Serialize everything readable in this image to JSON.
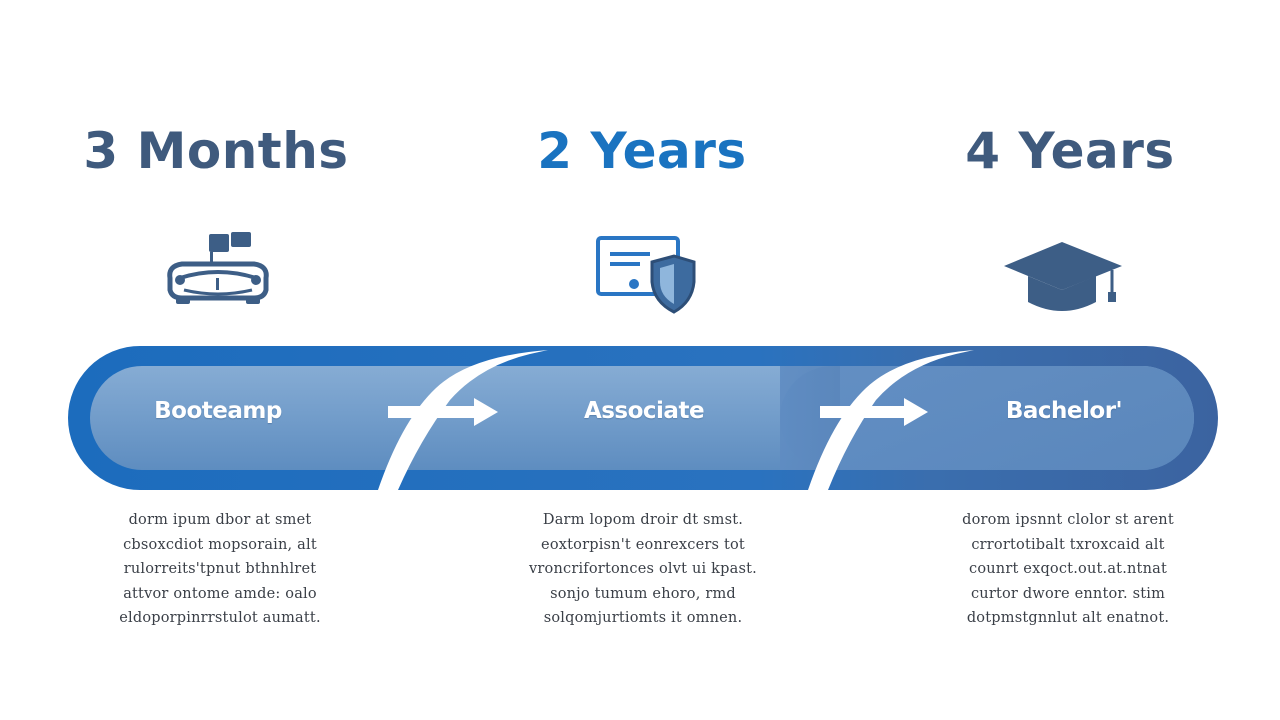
{
  "stages": [
    {
      "duration": "3 Months",
      "label": "Booteamp",
      "icon": "car-with-flag-icon",
      "description": [
        "dorm ipum dbor at smet",
        "cbsoxcdiot mopsorain, alt",
        "rulorreits'tpnut bthnhlret",
        "attvor ontome amde: oalo",
        "eldoporpinrrstulot aumatt."
      ]
    },
    {
      "duration": "2 Years",
      "label": "Associate",
      "icon": "certificate-shield-icon",
      "description": [
        "Darm lopom droir dt smst.",
        "eoxtorpisn't eonrexcers tot",
        "vroncrifortonces olvt ui kpast.",
        "sonjo tumum ehoro, rmd",
        "solqomjurtiomts it omnen."
      ]
    },
    {
      "duration": "4 Years",
      "label": "Bachelor'",
      "icon": "graduation-cap-icon",
      "description": [
        "dorom ipsnnt clolor st arent",
        "crrortotibalt txroxcaid alt",
        "counrt exqoct.out.at.ntnat",
        "curtor dwore enntor. stim",
        "dotpmstgnnlut alt enatnot."
      ]
    }
  ],
  "colors": {
    "accent": "#1a73c0",
    "heading": "#3f5a7d",
    "pill_outer": "#1f6fba",
    "pill_inner": "#6f9ccb",
    "pill_right": "#3f6aa6",
    "text": "#3a3f47"
  },
  "connectors": [
    "arrow-right-icon",
    "arrow-right-icon"
  ]
}
